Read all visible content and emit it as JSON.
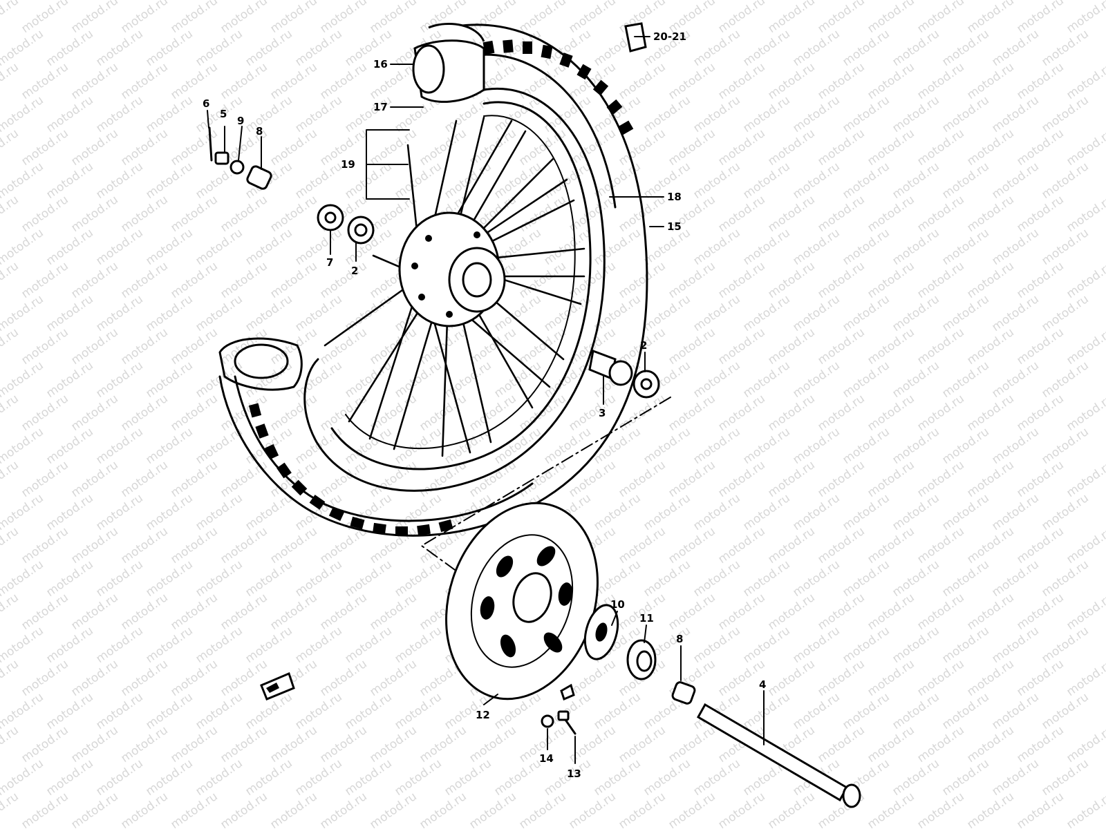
{
  "watermark": "motod.ru",
  "callouts": {
    "c1": "16",
    "c2": "17",
    "c3": "20-21",
    "c4": "6",
    "c5": "5",
    "c6": "9",
    "c7": "8",
    "c8": "19",
    "c9": "7",
    "c10": "2",
    "c11": "18",
    "c12": "15",
    "c13": "2",
    "c14": "3",
    "c15": "10",
    "c16": "11",
    "c17": "8",
    "c18": "4",
    "c19": "12",
    "c20": "14",
    "c21": "13"
  }
}
